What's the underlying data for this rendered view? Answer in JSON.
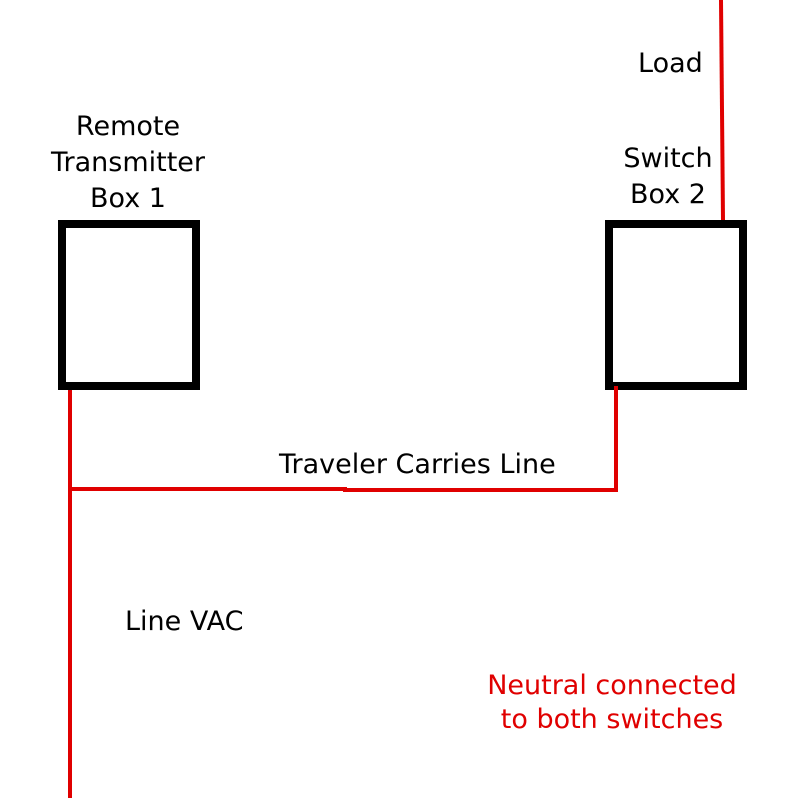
{
  "diagram": {
    "colors": {
      "wire": "#e00000",
      "box": "#000000",
      "text": "#000000",
      "note": "#e00000"
    },
    "box1": {
      "label_lines": [
        "Remote",
        "Transmitter",
        "Box 1"
      ]
    },
    "box2": {
      "label_lines": [
        "Switch",
        "Box 2"
      ]
    },
    "load_label": "Load",
    "traveler_label": "Traveler Carries Line",
    "line_label": "Line VAC",
    "note_lines": [
      "Neutral connected",
      "to both switches"
    ]
  }
}
